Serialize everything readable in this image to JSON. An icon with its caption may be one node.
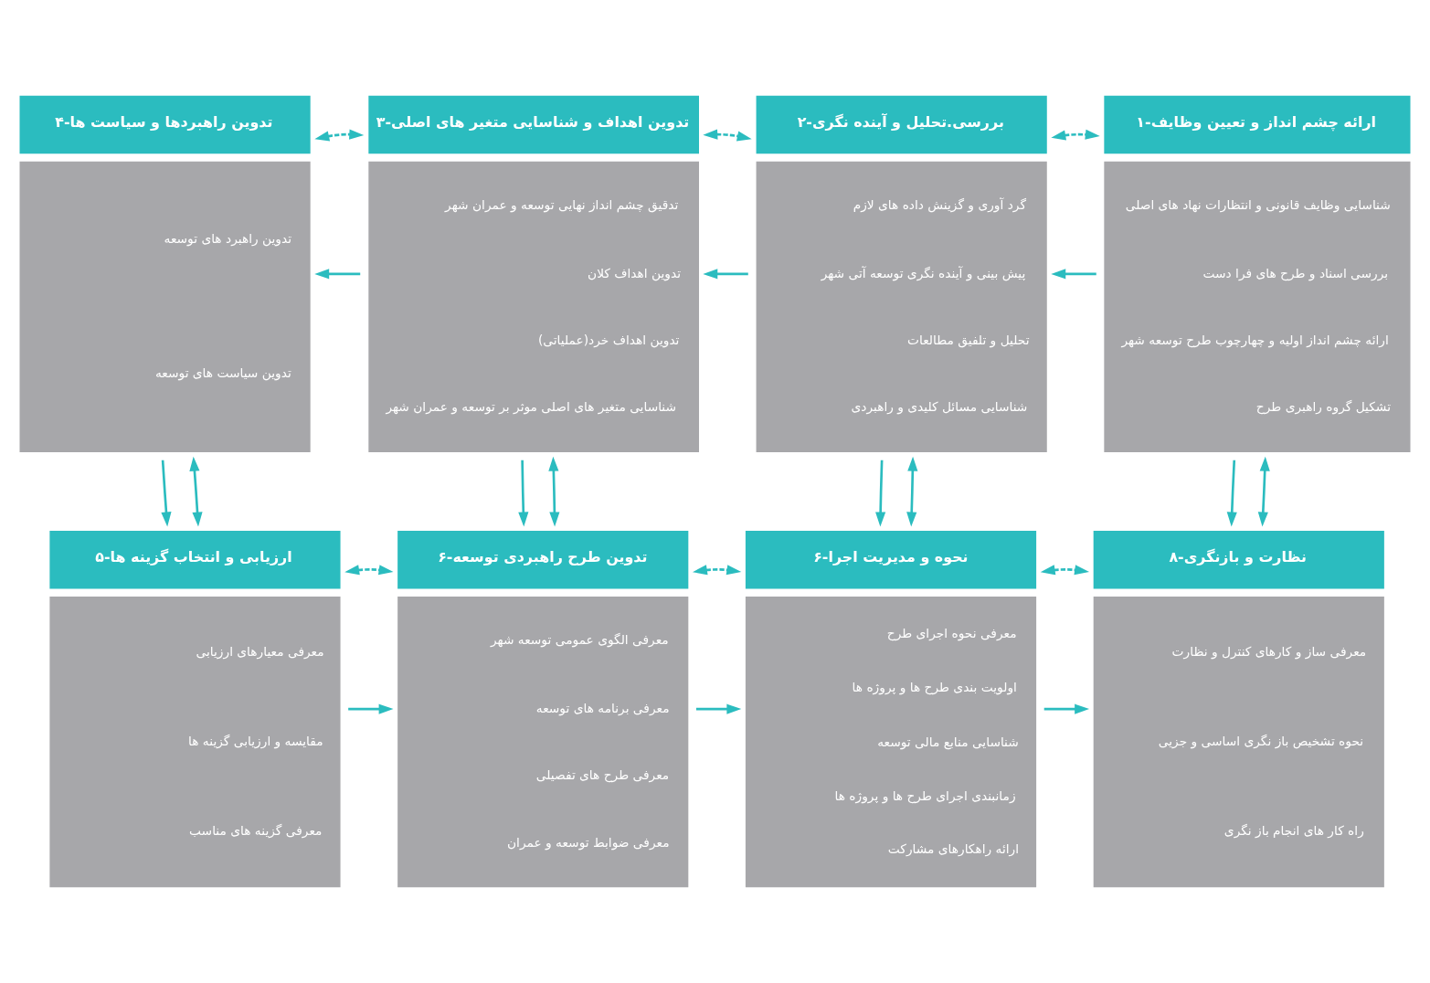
{
  "diagram": {
    "nodes": [
      {
        "text": [
          "۱-ارائه چشم انداز و تعیین وظایف",
          "شناسایی وظایف قانونی و انتظارات نهاد های اصلی",
          "بررسی اسناد و طرح های فرا دست",
          "ارائه چشم انداز اولیه و چهارچوب طرح توسعه شهر",
          "تشکیل گروه راهبری طرح"
        ]
      },
      {
        "text": [
          "۲-بررسی.تحلیل و آینده نگری",
          "گرد آوری و گزینش داده های لازم",
          "پیش بینی و آینده نگری توسعه آتی شهر",
          "تحلیل و تلفیق مطالعات",
          "شناسایی مسائل کلیدی و راهبردی"
        ]
      },
      {
        "text": [
          "۳-تدوین اهداف و شناسایی متغیر های اصلی",
          "تدقیق چشم انداز نهایی توسعه و عمران شهر",
          "تدوین اهداف کلان",
          "تدوین اهداف خرد(عملیاتی)",
          "شناسایی متغیر های اصلی موثر بر توسعه و عمران شهر"
        ]
      },
      {
        "text": [
          "۴-تدوین راهبردها و سیاست ها",
          "تدوین راهبرد های توسعه",
          "تدوین سیاست های توسعه"
        ]
      },
      {
        "text": [
          "۸-نظارت و بازنگری",
          "معرفی ساز و کارهای کنترل و نظارت",
          "نحوه تشخیص باز نگری اساسی و جزیی",
          "راه کار های انجام باز نگری"
        ]
      },
      {
        "text": [
          "۶-نحوه و مدیریت اجرا",
          "معرفی نحوه اجرای طرح",
          "اولویت بندی طرح ها و پروژه ها",
          "شناسایی منابع مالی توسعه",
          "زمانبندی اجرای طرح ها و پروژه ها",
          "ارائه راهکارهای مشارکت"
        ]
      },
      {
        "text": [
          "۶-تدوین طرح راهبردی توسعه",
          "معرفی الگوی عمومی توسعه شهر",
          "معرفی برنامه های توسعه",
          "معرفی طرح های تفصیلی",
          "معرفی ضوابط توسعه و عمران"
        ]
      },
      {
        "text": [
          "۵-ارزیابی و انتخاب گزینه ها",
          "معرفی معیارهای ارزیابی",
          "مقایسه و ارزیابی گزینه ها",
          "معرفی گزینه های مناسب"
        ]
      }
    ],
    "edges": [
      {
        "from": 0,
        "to": 1,
        "arrow": "to"
      },
      {
        "from": 0,
        "to": 1,
        "arrow": "both",
        "style": "dashed"
      },
      {
        "from": 1,
        "to": 2,
        "arrow": "to"
      },
      {
        "from": 1,
        "to": 2,
        "arrow": "both",
        "style": "dashed"
      },
      {
        "from": 2,
        "to": 3,
        "arrow": "to"
      },
      {
        "from": 2,
        "to": 3,
        "arrow": "both",
        "style": "dashed"
      },
      {
        "from": 3,
        "to": 7,
        "arrow": "to"
      },
      {
        "from": 3,
        "to": 7,
        "arrow": "both"
      },
      {
        "from": 2,
        "to": 6,
        "arrow": "to"
      },
      {
        "from": 2,
        "to": 6,
        "arrow": "both"
      },
      {
        "from": 1,
        "to": 5,
        "arrow": "to"
      },
      {
        "from": 1,
        "to": 5,
        "arrow": "both"
      },
      {
        "from": 0,
        "to": 4,
        "arrow": "to"
      },
      {
        "from": 0,
        "to": 4,
        "arrow": "both"
      },
      {
        "from": 7,
        "to": 6,
        "arrow": "to"
      },
      {
        "from": 7,
        "to": 6,
        "arrow": "both",
        "style": "dashed"
      },
      {
        "from": 6,
        "to": 5,
        "arrow": "to"
      },
      {
        "from": 6,
        "to": 5,
        "arrow": "both",
        "style": "dashed"
      },
      {
        "from": 5,
        "to": 4,
        "arrow": "to"
      },
      {
        "from": 5,
        "to": 4,
        "arrow": "both",
        "style": "dashed"
      }
    ]
  }
}
